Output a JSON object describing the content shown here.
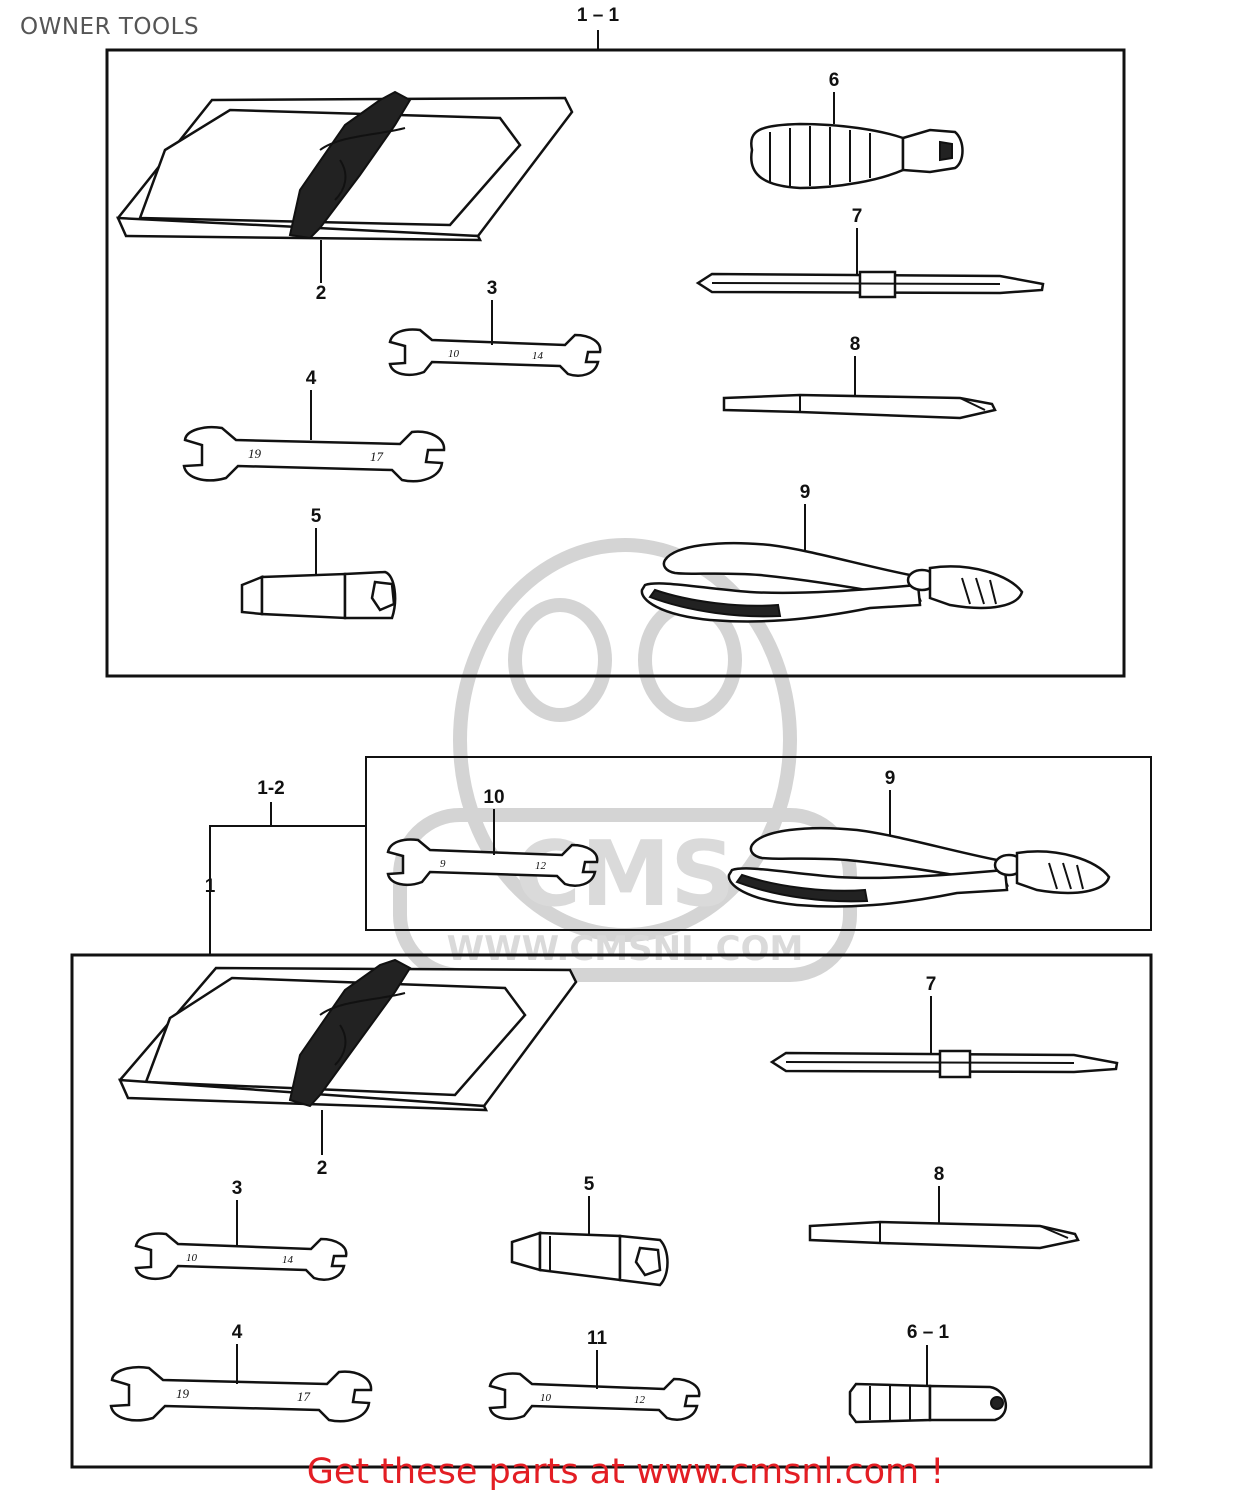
{
  "title": "OWNER TOOLS",
  "groups": [
    {
      "label": "1 – 1"
    },
    {
      "label": "1-2"
    }
  ],
  "callouts": {
    "a_roll": "2",
    "a_wrench_10_14": "3",
    "a_wrench_19_17": "4",
    "a_plug_wrench": "5",
    "a_screwdriver_handle": "6",
    "a_screwdriver_flat": "7",
    "a_screwdriver_phillips": "8",
    "a_pliers": "9",
    "b_kit": "1",
    "b_wrench_9_12": "10",
    "b_pliers": "9",
    "b_roll": "2",
    "b_screwdriver_flat": "7",
    "b_wrench_10_14": "3",
    "b_plug_wrench": "5",
    "b_screwdriver_phillips": "8",
    "b_wrench_19_17": "4",
    "b_wrench_10_12": "11",
    "b_handle": "6 – 1"
  },
  "wrench_marks": {
    "a3_left": "10",
    "a3_right": "14",
    "a4_left": "19",
    "a4_right": "17",
    "b10_left": "9",
    "b10_right": "12",
    "b3_left": "10",
    "b3_right": "14",
    "b4_left": "19",
    "b4_right": "17",
    "b11_left": "10",
    "b11_right": "12"
  },
  "watermark": {
    "logo": "CMS",
    "url": "WWW.CMSNL.COM"
  },
  "footer": "Get these parts at www.cmsnl.com !"
}
